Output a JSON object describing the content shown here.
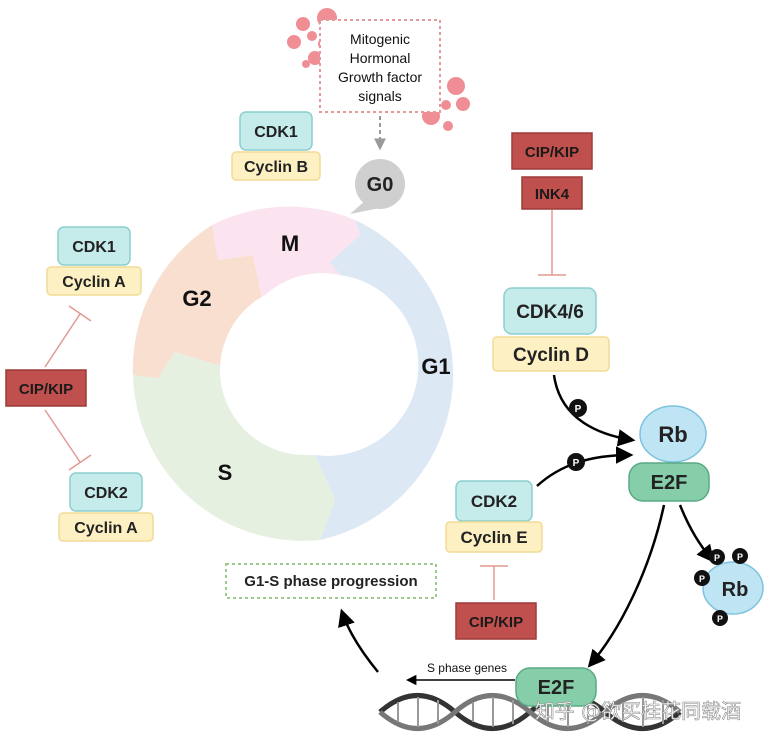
{
  "signals": {
    "line1": "Mitogenic",
    "line2": "Hormonal",
    "line3": "Growth factor",
    "line4": "signals"
  },
  "phases": {
    "g0": "G0",
    "g1": "G1",
    "s": "S",
    "g2": "G2",
    "m": "M"
  },
  "complexes": {
    "cdk1_b": {
      "cdk": "CDK1",
      "cyclin": "Cyclin B"
    },
    "cdk1_a": {
      "cdk": "CDK1",
      "cyclin": "Cyclin A"
    },
    "cdk2_a": {
      "cdk": "CDK2",
      "cyclin": "Cyclin A"
    },
    "cdk46_d": {
      "cdk": "CDK4/6",
      "cyclin": "Cyclin D"
    },
    "cdk2_e": {
      "cdk": "CDK2",
      "cyclin": "Cyclin E"
    }
  },
  "inhibitors": {
    "left": "CIP/KIP",
    "top_right_1": "CIP/KIP",
    "top_right_2": "INK4",
    "bottom": "CIP/KIP"
  },
  "rb": "Rb",
  "e2f": "E2F",
  "phosphate": "P",
  "progression": "G1-S phase progression",
  "s_phase_genes": "S phase genes",
  "watermark": "知乎 @欲买桂花同载酒",
  "colors": {
    "cdk_fill": "#c5ebea",
    "cdk_stroke": "#8ccfcf",
    "cyclin_fill": "#fdf1c4",
    "cyclin_stroke": "#f1dc96",
    "inhibitor_fill": "#c0504d",
    "inhibitor_stroke": "#9a3b39",
    "inhibit_line": "#e29a91",
    "g1": "#dde8f5",
    "s": "#e6f0e1",
    "g2": "#f8dfd0",
    "m": "#fbe4ef",
    "g0": "#cfcfcf",
    "rb_fill": "#bfe4f3",
    "rb_stroke": "#7cc3df",
    "e2f_fill": "#86cda9",
    "e2f_stroke": "#5aa986",
    "bubble": "#ef8e95",
    "dashed_red": "#e59a9a",
    "dashed_green": "#9dc98c"
  }
}
